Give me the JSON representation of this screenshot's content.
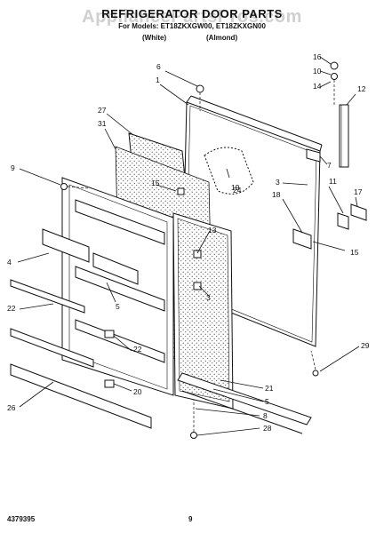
{
  "header": {
    "title": "REFRIGERATOR DOOR PARTS",
    "model_line": "For Models: ET18ZKXGW00, ET18ZKXGN00",
    "variant_white": "(White)",
    "variant_almond": "(Almond)",
    "watermark": "AppliancePartsPros.com"
  },
  "footer": {
    "doc_number": "4379395",
    "page_number": "9"
  },
  "callouts": [
    "6",
    "1",
    "27",
    "31",
    "9",
    "15",
    "24",
    "16",
    "10",
    "14",
    "12",
    "7",
    "3",
    "11",
    "17",
    "18",
    "15",
    "13",
    "3",
    "4",
    "5",
    "22",
    "22",
    "20",
    "26",
    "29",
    "21",
    "5",
    "8",
    "28",
    "19",
    "9"
  ],
  "palette": {
    "ink": "#111111",
    "foam": "#8a8a8a",
    "paper": "#ffffff"
  }
}
